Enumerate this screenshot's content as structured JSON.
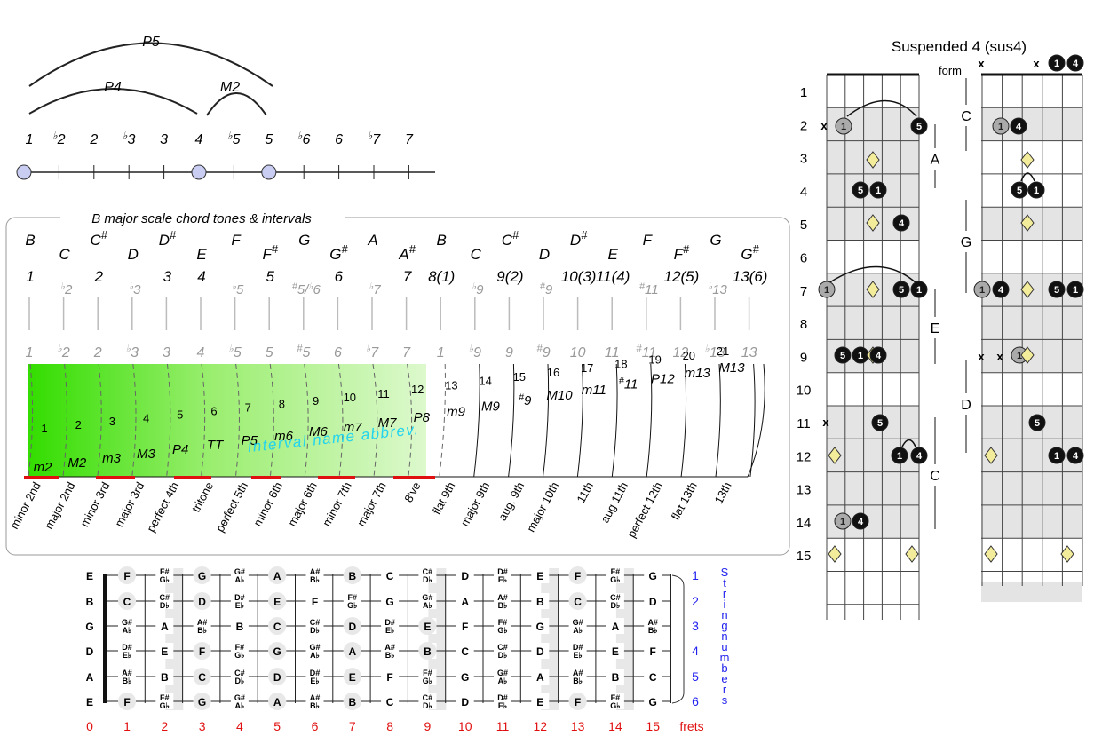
{
  "top_scale": {
    "degrees": [
      "1",
      "b2",
      "2",
      "b3",
      "3",
      "4",
      "b5",
      "5",
      "b6",
      "6",
      "b7",
      "7"
    ],
    "arcs": [
      "P5",
      "P4",
      "M2"
    ]
  },
  "box": {
    "title": "B major scale chord tones & intervals",
    "notes": [
      "B",
      "C",
      "C#",
      "D",
      "D#",
      "E",
      "F",
      "F#",
      "G",
      "G#",
      "A",
      "A#",
      "B",
      "C",
      "C#",
      "D",
      "D#",
      "E",
      "F",
      "F#",
      "G",
      "G#"
    ],
    "degrees_primary": [
      "1",
      "",
      "2",
      "",
      "3",
      "4",
      "",
      "5",
      "",
      "6",
      "",
      "7",
      "8(1)",
      "",
      "9(2)",
      "",
      "10(3)",
      "11(4)",
      "",
      "12(5)",
      "",
      "13(6)"
    ],
    "degrees_secondary": [
      "",
      "b2",
      "",
      "b3",
      "",
      "",
      "b5",
      "",
      "#5/b6",
      "",
      "b7",
      "",
      "",
      "b9",
      "",
      "#9",
      "",
      "",
      "#11",
      "",
      "b13",
      ""
    ],
    "degree_row": [
      "1",
      "b2",
      "2",
      "b3",
      "3",
      "4",
      "b5",
      "5",
      "#5",
      "6",
      "b7",
      "7",
      "1",
      "b9",
      "9",
      "#9",
      "10",
      "11",
      "#11",
      "12",
      "b13",
      "13"
    ],
    "semitones": [
      "1",
      "2",
      "3",
      "4",
      "5",
      "6",
      "7",
      "8",
      "9",
      "10",
      "11",
      "12",
      "13",
      "14",
      "15",
      "16",
      "17",
      "18",
      "19",
      "20",
      "21"
    ],
    "abbrevs": [
      "m2",
      "M2",
      "m3",
      "M3",
      "P4",
      "TT",
      "P5",
      "m6",
      "M6",
      "m7",
      "M7",
      "P8",
      "m9",
      "M9",
      "#9",
      "M10",
      "m11",
      "#11",
      "P12",
      "m13",
      "M13"
    ],
    "abbrev_label": "Interval name abbrev.",
    "names": [
      "minor 2nd",
      "major 2nd",
      "minor 3rd",
      "major 3rd",
      "perfect 4th",
      "tritone",
      "perfect 5th",
      "minor 6th",
      "major 6th",
      "minor 7th",
      "major 7th",
      "8've",
      "flat 9th",
      "major 9th",
      "aug. 9th",
      "major 10th",
      "11th",
      "aug 11th",
      "perfect 12th",
      "flat 13th",
      "13th"
    ]
  },
  "fretboard": {
    "open_strings": [
      "E",
      "B",
      "G",
      "D",
      "A",
      "E"
    ],
    "rows": [
      [
        "F",
        "F#/Gb",
        "G",
        "G#/Ab",
        "A",
        "A#/Bb",
        "B",
        "C",
        "C#/Db",
        "D",
        "D#/Eb",
        "E",
        "F",
        "F#/Gb",
        "G"
      ],
      [
        "C",
        "C#/Db",
        "D",
        "D#/Eb",
        "E",
        "F",
        "F#/Gb",
        "G",
        "G#/Ab",
        "A",
        "A#/Bb",
        "B",
        "C",
        "C#/Db",
        "D"
      ],
      [
        "G#/Ab",
        "A",
        "A#/Bb",
        "B",
        "C",
        "C#/Db",
        "D",
        "D#/Eb",
        "E",
        "F",
        "F#/Gb",
        "G",
        "G#/Ab",
        "A",
        "A#/Bb"
      ],
      [
        "D#/Eb",
        "E",
        "F",
        "F#/Gb",
        "G",
        "G#/Ab",
        "A",
        "A#/Bb",
        "B",
        "C",
        "C#/Db",
        "D",
        "D#/Eb",
        "E",
        "F"
      ],
      [
        "A#/Bb",
        "B",
        "C",
        "C#/Db",
        "D",
        "D#/Eb",
        "E",
        "F",
        "F#/Gb",
        "G",
        "G#/Ab",
        "A",
        "A#/Bb",
        "B",
        "C"
      ],
      [
        "F",
        "F#/Gb",
        "G",
        "G#/Ab",
        "A",
        "A#/Bb",
        "B",
        "C",
        "C#/Db",
        "D",
        "D#/Eb",
        "E",
        "F",
        "F#/Gb",
        "G"
      ]
    ],
    "string_numbers": [
      "1",
      "2",
      "3",
      "4",
      "5",
      "6"
    ],
    "string_numbers_label": "String numbers",
    "fret_numbers": [
      "0",
      "1",
      "2",
      "3",
      "4",
      "5",
      "6",
      "7",
      "8",
      "9",
      "10",
      "11",
      "12",
      "13",
      "14",
      "15"
    ],
    "frets_label": "frets"
  },
  "chord": {
    "title": "Suspended 4 (sus4)",
    "form_label": "form",
    "fret_numbers": [
      "1",
      "2",
      "3",
      "4",
      "5",
      "6",
      "7",
      "8",
      "9",
      "10",
      "11",
      "12",
      "13",
      "14",
      "15"
    ],
    "shape_labels": [
      "A",
      "E",
      "C",
      "C",
      "G",
      "D"
    ],
    "mute": "x",
    "finger_labels": [
      "1",
      "4",
      "5"
    ],
    "chord_colors": {
      "dark": "#111111",
      "root": "#aaaaaa",
      "marker": "#f3ec9a",
      "shade": "#e4e4e4",
      "accent": "#e01010",
      "grad": "#33dd00",
      "abbrev": "#22d4ee",
      "blue": "#2222ee"
    }
  }
}
